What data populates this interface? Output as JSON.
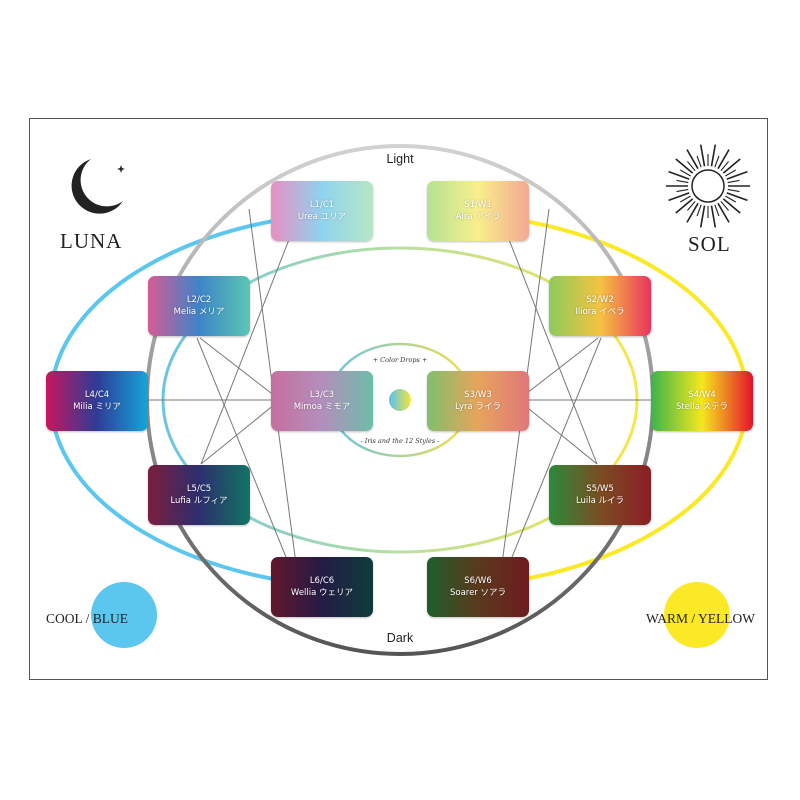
{
  "corners": {
    "luna": {
      "title": "LUNA",
      "icon": "crescent-moon-icon"
    },
    "sol": {
      "title": "SOL",
      "icon": "sun-rays-icon"
    },
    "cool": {
      "label": "COOL / BLUE",
      "color": "#5bc7ef"
    },
    "warm": {
      "label": "WARM / YELLOW",
      "color": "#fbe926"
    }
  },
  "axis": {
    "top": "Light",
    "bottom": "Dark"
  },
  "center": {
    "top_text": "+ Color Drops +",
    "bottom_text": "- Iris and the 12 Styles -"
  },
  "palette": {
    "cool_ring": "#5bc7ef",
    "warm_ring": "#fbe926",
    "outer_ring_light": "#cfcfcf",
    "outer_ring_dark": "#5a5a5a",
    "inner_ring": "#b9dfa0"
  },
  "tiles": [
    {
      "code": "L1/C1",
      "name": "Urea ユリア",
      "gradient": [
        "#e88fc2",
        "#8fd3ef",
        "#b7e6c5"
      ]
    },
    {
      "code": "L2/C2",
      "name": "Melia メリア",
      "gradient": [
        "#d45b95",
        "#3e84c8",
        "#5bc7b2"
      ]
    },
    {
      "code": "L3/C3",
      "name": "Mimoa ミモア",
      "gradient": [
        "#c66f9e",
        "#b38fbc",
        "#6dbda9"
      ]
    },
    {
      "code": "L4/C4",
      "name": "Milia ミリア",
      "gradient": [
        "#c6175d",
        "#2e3c97",
        "#14a6d9"
      ]
    },
    {
      "code": "L5/C5",
      "name": "Lufia ルフィア",
      "gradient": [
        "#7b1e3d",
        "#2c2e6e",
        "#127464"
      ]
    },
    {
      "code": "L6/C6",
      "name": "Wellia ウェリア",
      "gradient": [
        "#62172d",
        "#241b46",
        "#0f3c3a"
      ]
    },
    {
      "code": "S1/W1",
      "name": "Aira アイラ",
      "gradient": [
        "#b5e294",
        "#f9ef8c",
        "#f3a893"
      ]
    },
    {
      "code": "S2/W2",
      "name": "Iliora イベラ",
      "gradient": [
        "#8dcb5d",
        "#f4c341",
        "#e9335f"
      ]
    },
    {
      "code": "S3/W3",
      "name": "Lyra ライラ",
      "gradient": [
        "#80bf6d",
        "#e7a45c",
        "#e0767a"
      ]
    },
    {
      "code": "S4/W4",
      "name": "Stella ステラ",
      "gradient": [
        "#3ab54a",
        "#f6e71d",
        "#e5112d"
      ]
    },
    {
      "code": "S5/W5",
      "name": "Luila ルイラ",
      "gradient": [
        "#2d8a3a",
        "#7a4d23",
        "#8c1d25"
      ]
    },
    {
      "code": "S6/W6",
      "name": "Soarer ソアラ",
      "gradient": [
        "#1e5e2c",
        "#5a3a1d",
        "#6e1b1f"
      ]
    }
  ]
}
